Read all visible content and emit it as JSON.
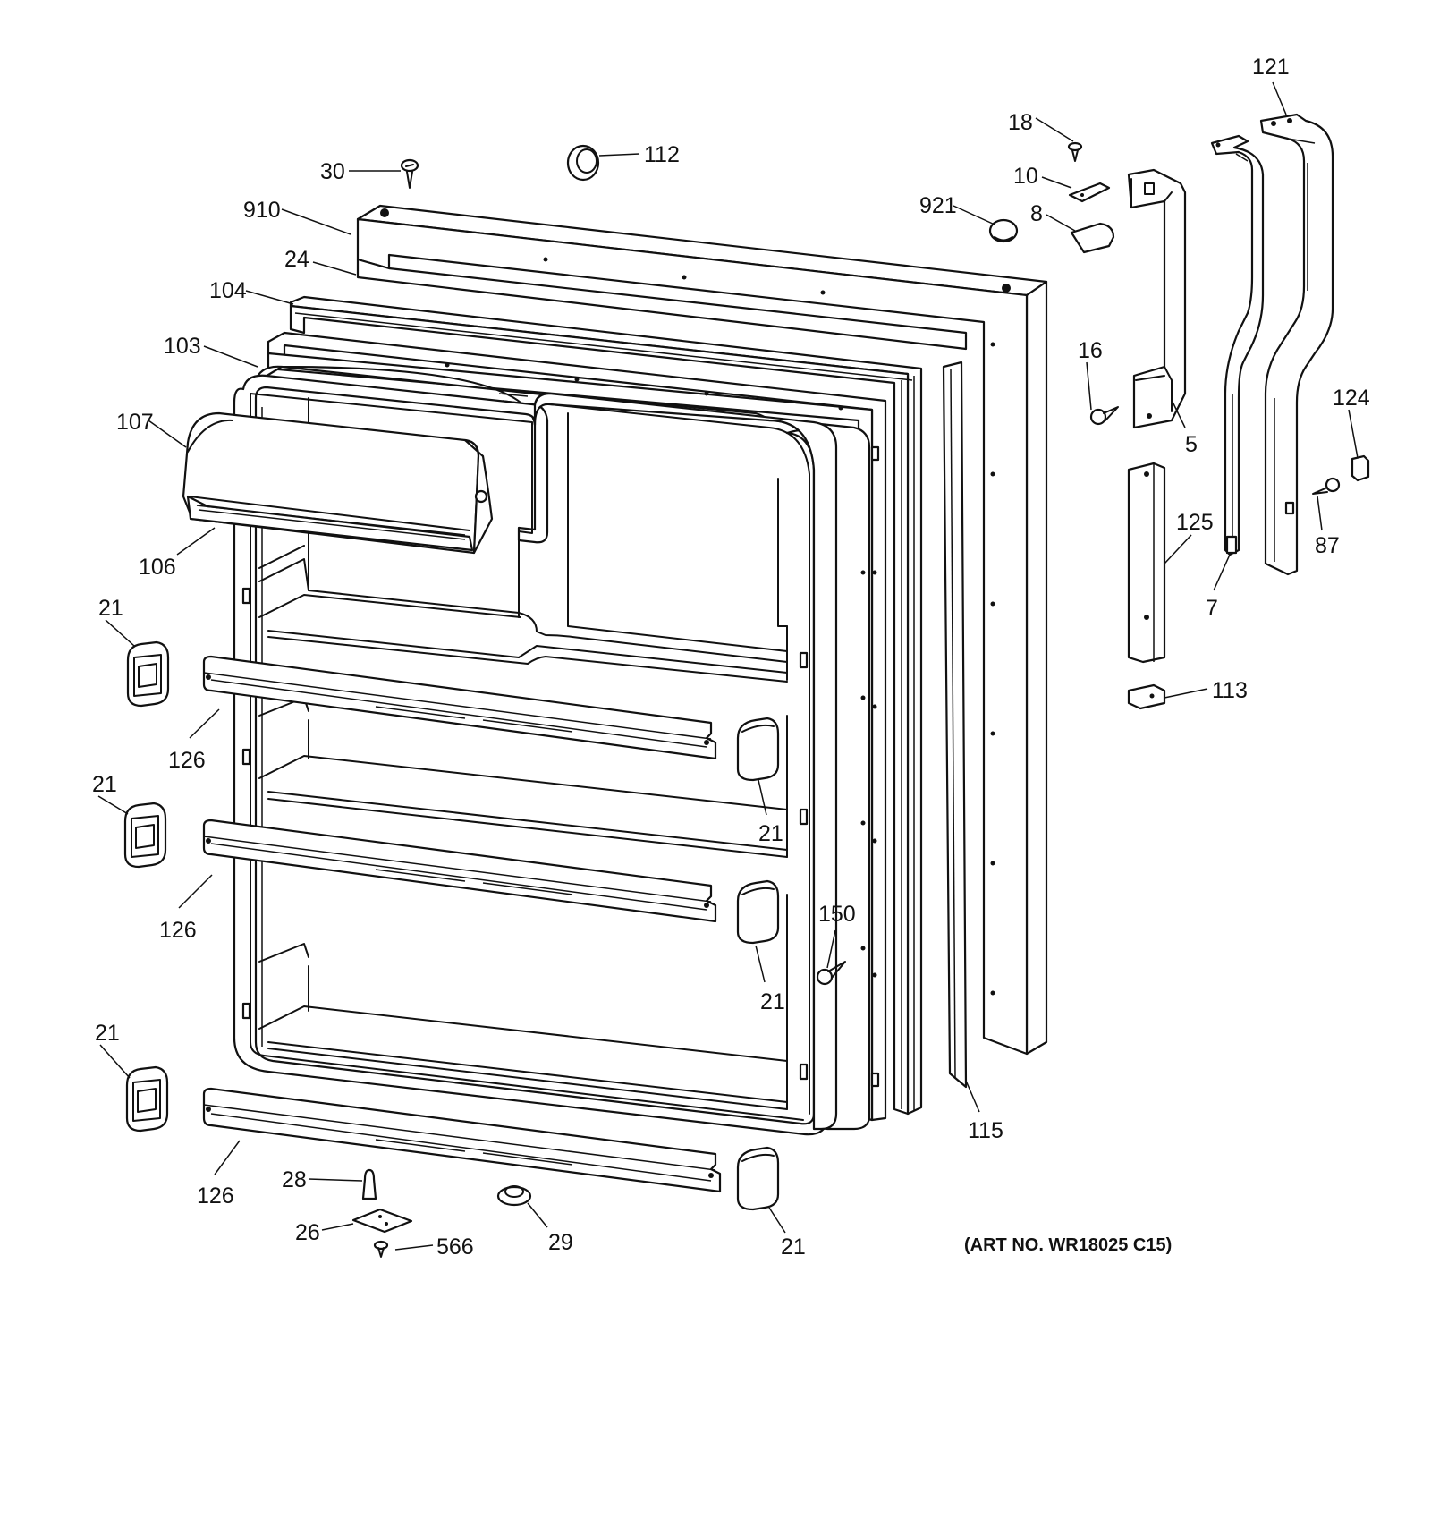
{
  "callouts": {
    "c121": "121",
    "c18": "18",
    "c30": "30",
    "c112": "112",
    "c910": "910",
    "c10": "10",
    "c921": "921",
    "c8": "8",
    "c24": "24",
    "c104": "104",
    "c103": "103",
    "c16": "16",
    "c124": "124",
    "c5": "5",
    "c107": "107",
    "c87": "87",
    "c125": "125",
    "c106": "106",
    "c7": "7",
    "c21a": "21",
    "c113": "113",
    "c126a": "126",
    "c21b": "21",
    "c21c": "21",
    "c126b": "126",
    "c150": "150",
    "c21d": "21",
    "c21e": "21",
    "c115": "115",
    "c126c": "126",
    "c28": "28",
    "c26": "26",
    "c566": "566",
    "c29": "29",
    "c21f": "21"
  },
  "art_number": "(ART NO. WR18025 C15)"
}
